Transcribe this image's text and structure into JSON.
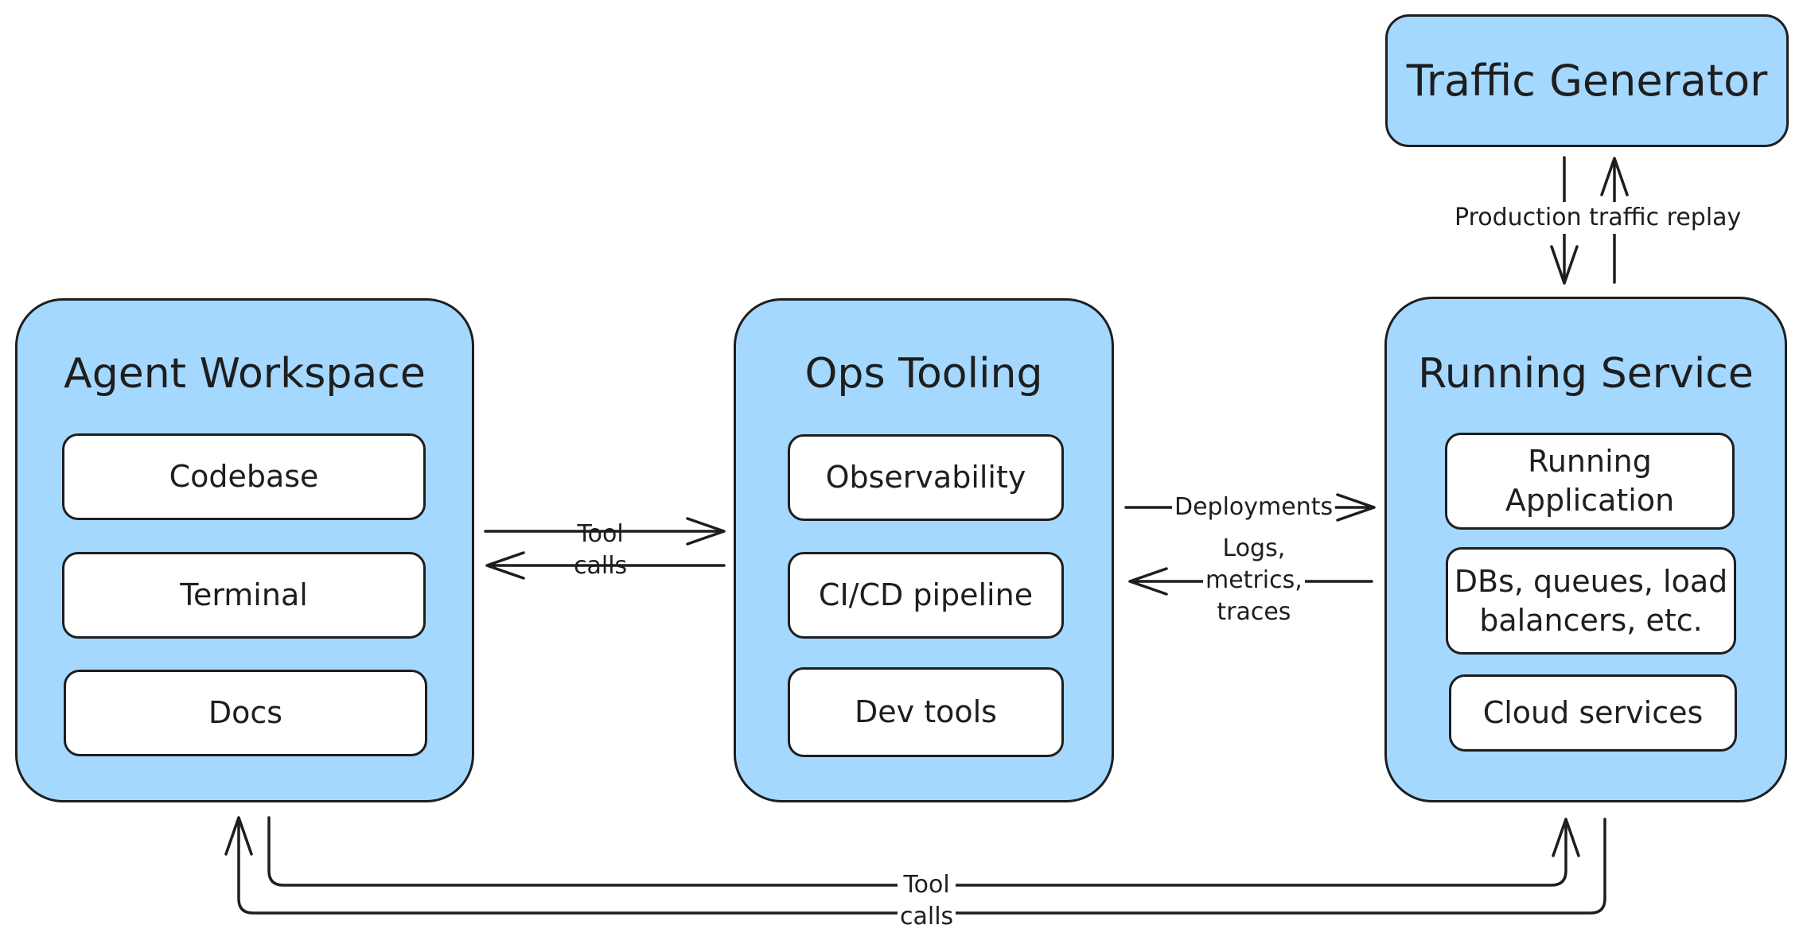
{
  "containers": {
    "agent_workspace": {
      "title": "Agent Workspace",
      "items": [
        "Codebase",
        "Terminal",
        "Docs"
      ]
    },
    "ops_tooling": {
      "title": "Ops Tooling",
      "items": [
        "Observability",
        "CI/CD pipeline",
        "Dev tools"
      ]
    },
    "running_service": {
      "title": "Running Service",
      "items": [
        "Running\nApplication",
        "DBs, queues, load\nbalancers, etc.",
        "Cloud services"
      ]
    },
    "traffic_generator": {
      "title": "Traffic Generator"
    }
  },
  "edges": {
    "agent_to_ops": "Tool\ncalls",
    "deployments": "Deployments",
    "telemetry": "Logs,\nmetrics,\ntraces",
    "traffic_replay": "Production traffic replay",
    "agent_to_service": "Tool\ncalls"
  },
  "colors": {
    "container_fill": "#a5d8ff",
    "box_fill": "#ffffff",
    "stroke": "#1e1e1e"
  }
}
